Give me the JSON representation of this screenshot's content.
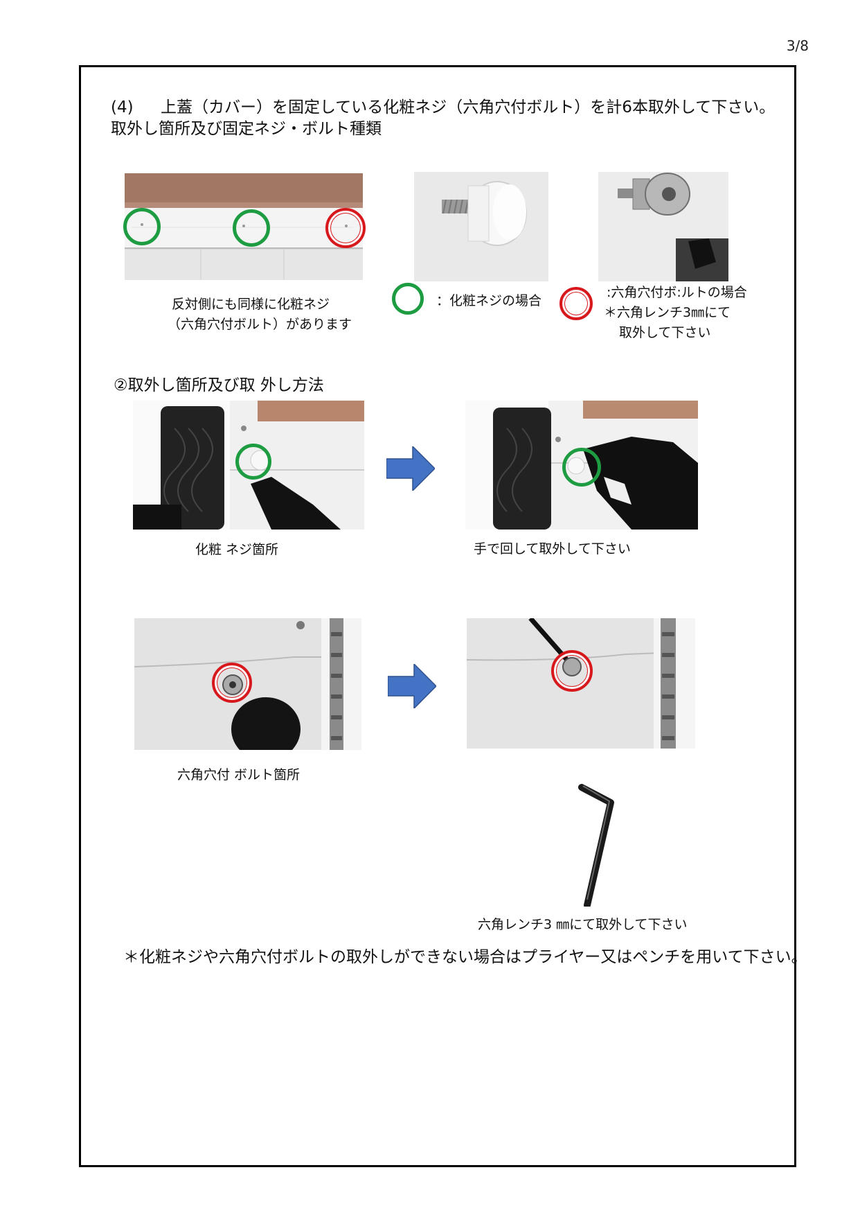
{
  "page_number": "3/8",
  "step_heading": {
    "number": "(4)",
    "line1": "上蓋（カバー）を固定している化粧ネジ（六角穴付ボルト）を計6本取外して下さい。",
    "line2": "取外し箇所及び固定ネジ・ボルト種類"
  },
  "top_row": {
    "caption_line1": "反対側にも同様に化粧ネジ",
    "caption_line2": "（六角穴付ボルト）があります",
    "legend_green": "：化粧ネジの場合",
    "legend_red_line1": ":六角穴付ボ:ルトの場合",
    "legend_red_line2": "＊六角レンチ3㎜にて",
    "legend_red_line3": "取外して下さい"
  },
  "section2": {
    "heading": "②取外し箇所及び取 外し方法",
    "caption_decor_screw": "化粧 ネジ箇所",
    "caption_turn_by_hand": "手で回して取外して下さい",
    "caption_hex_bolt": "六角穴付 ボルト箇所",
    "caption_hex_wrench": "六角レンチ3 ㎜にて取外して下さい"
  },
  "footer_note": "＊化粧ネジや六角穴付ボルトの取外しができない場合はプライヤー又はペンチを用いて下さい。",
  "colors": {
    "green_circle": "#1e9c42",
    "red_circle": "#d7191d",
    "arrow_blue": "#4472c4"
  },
  "icons": [
    "right-arrow-icon",
    "green-circle-icon",
    "red-circle-icon"
  ]
}
